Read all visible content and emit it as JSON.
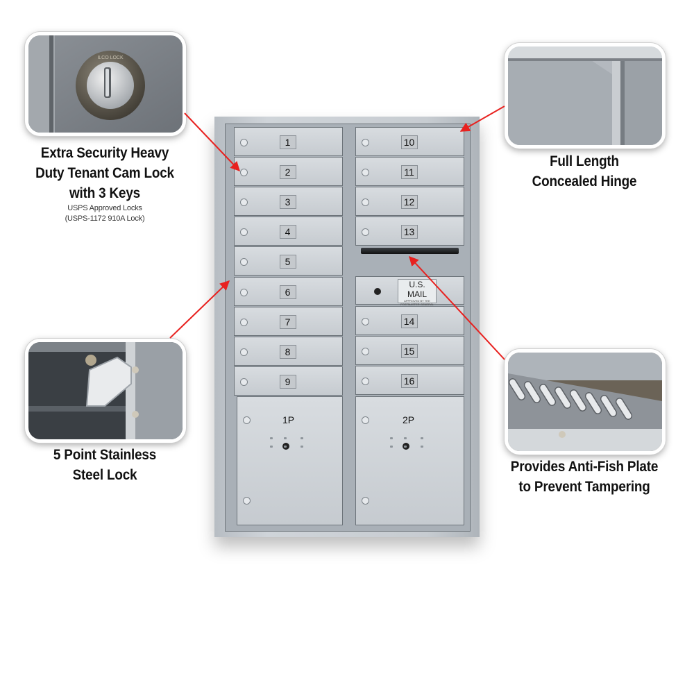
{
  "callouts": {
    "cam_lock": {
      "title_lines": [
        "Extra Security Heavy",
        "Duty Tenant Cam Lock",
        "with 3 Keys"
      ],
      "sub_lines": [
        "USPS Approved Locks",
        "(USPS-1172 910A Lock)"
      ],
      "photo_text": "ILCO LOCK"
    },
    "hinge": {
      "title_lines": [
        "Full Length",
        "Concealed Hinge"
      ]
    },
    "stainless_lock": {
      "title_lines": [
        "5 Point Stainless",
        "Steel Lock"
      ]
    },
    "anti_fish": {
      "title_lines": [
        "Provides Anti-Fish Plate",
        "to Prevent Tampering"
      ]
    }
  },
  "mailbox": {
    "left_doors": [
      "1",
      "2",
      "3",
      "4",
      "5",
      "6",
      "7",
      "8",
      "9"
    ],
    "right_doors_top": [
      "10",
      "11",
      "12",
      "13"
    ],
    "right_doors_bottom": [
      "14",
      "15",
      "16"
    ],
    "parcel_doors": [
      "1P",
      "2P"
    ],
    "usmail_label": "U.S. MAIL",
    "usmail_small": [
      "APPROVED BY THE",
      "POSTMASTER GENERAL"
    ]
  },
  "colors": {
    "arrow": "#e8211f",
    "frame": "#c6cbd0"
  }
}
